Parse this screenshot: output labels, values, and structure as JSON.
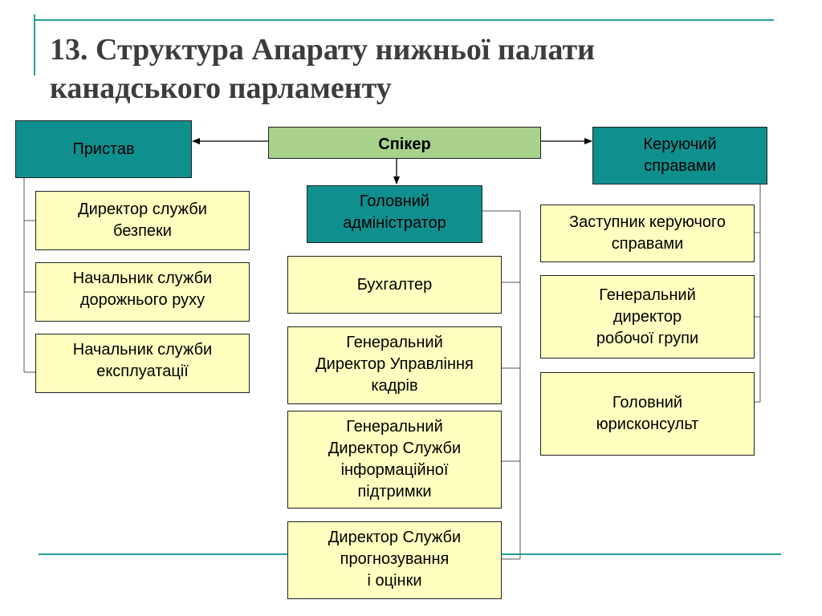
{
  "title": {
    "line1": "13. Структура Апарату нижньої палати",
    "line2": "канадського парламенту"
  },
  "diagram": {
    "speaker": "Спікер",
    "bailiff": "Пристав",
    "manager": {
      "line1": "Керуючий",
      "line2": "справами"
    },
    "chief_admin": {
      "line1": "Головний",
      "line2": "адміністратор"
    },
    "left_column": [
      {
        "line1": "Директор служби",
        "line2": "безпеки"
      },
      {
        "line1": "Начальник служби",
        "line2": "дорожнього руху"
      },
      {
        "line1": "Начальник служби",
        "line2": "експлуатації"
      }
    ],
    "center_column": [
      {
        "line1": "Бухгалтер"
      },
      {
        "line1": "Генеральний",
        "line2": "Директор Управління",
        "line3": "кадрів"
      },
      {
        "line1": "Генеральний",
        "line2": "Директор Служби",
        "line3": "інформаційної",
        "line4": "підтримки"
      },
      {
        "line1": "Директор Служби",
        "line2": "прогнозування",
        "line3": "і оцінки"
      }
    ],
    "right_column": [
      {
        "line1": "Заступник керуючого",
        "line2": "справами"
      },
      {
        "line1": "Генеральний",
        "line2": "директор",
        "line3": "робочої групи"
      },
      {
        "line1": "Головний",
        "line2": "юрисконсульт"
      }
    ]
  }
}
